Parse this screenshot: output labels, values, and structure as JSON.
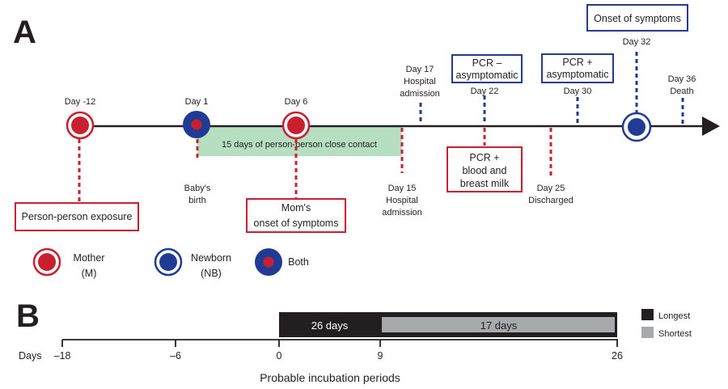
{
  "panel_a": {
    "letter": "A",
    "events": {
      "day_m12": "Day -12",
      "day_1": "Day 1",
      "day_6": "Day 6",
      "day_17": "Day 17",
      "day_17_sub": "Hospital",
      "day_17_sub2": "admission",
      "day_22": "Day 22",
      "day_30": "Day 30",
      "day_32": "Day 32",
      "day_36": "Day 36",
      "day_36_sub": "Death",
      "day_15": "Day 15",
      "day_15_sub": "Hospital",
      "day_15_sub2": "admission",
      "day_25": "Day 25",
      "day_25_sub": "Discharged",
      "baby_birth_1": "Baby's",
      "baby_birth_2": "birth"
    },
    "contact_bar": "15 days of person-person close contact",
    "boxes": {
      "exposure": "Person-person exposure",
      "mom_onset_1": "Mom's",
      "mom_onset_2": "onset of symptoms",
      "pcr_blood_1": "PCR +",
      "pcr_blood_2": "blood and",
      "pcr_blood_3": "breast milk",
      "pcr_neg_1": "PCR –",
      "pcr_neg_2": "asymptomatic",
      "pcr_pos_1": "PCR +",
      "pcr_pos_2": "asymptomatic",
      "nb_onset": "Onset of symptoms"
    },
    "legend": {
      "mother_1": "Mother",
      "mother_2": "(M)",
      "newborn_1": "Newborn",
      "newborn_2": "(NB)",
      "both": "Both"
    }
  },
  "panel_b": {
    "letter": "B",
    "axis_title": "Days",
    "xlabel": "Probable incubation periods",
    "ticks": [
      "–18",
      "–6",
      "0",
      "9",
      "26"
    ],
    "bars": [
      {
        "name": "Longest",
        "start": 0,
        "end": 26,
        "label": "26 days"
      },
      {
        "name": "Shortest",
        "start": 9,
        "end": 26,
        "label": "17 days"
      }
    ],
    "legend": [
      "Longest",
      "Shortest"
    ]
  },
  "colors": {
    "red": "#c8202f",
    "blue": "#213b95",
    "contact": "#b5dfc0",
    "dark": "#231f20",
    "gray": "#a7a9ac"
  }
}
